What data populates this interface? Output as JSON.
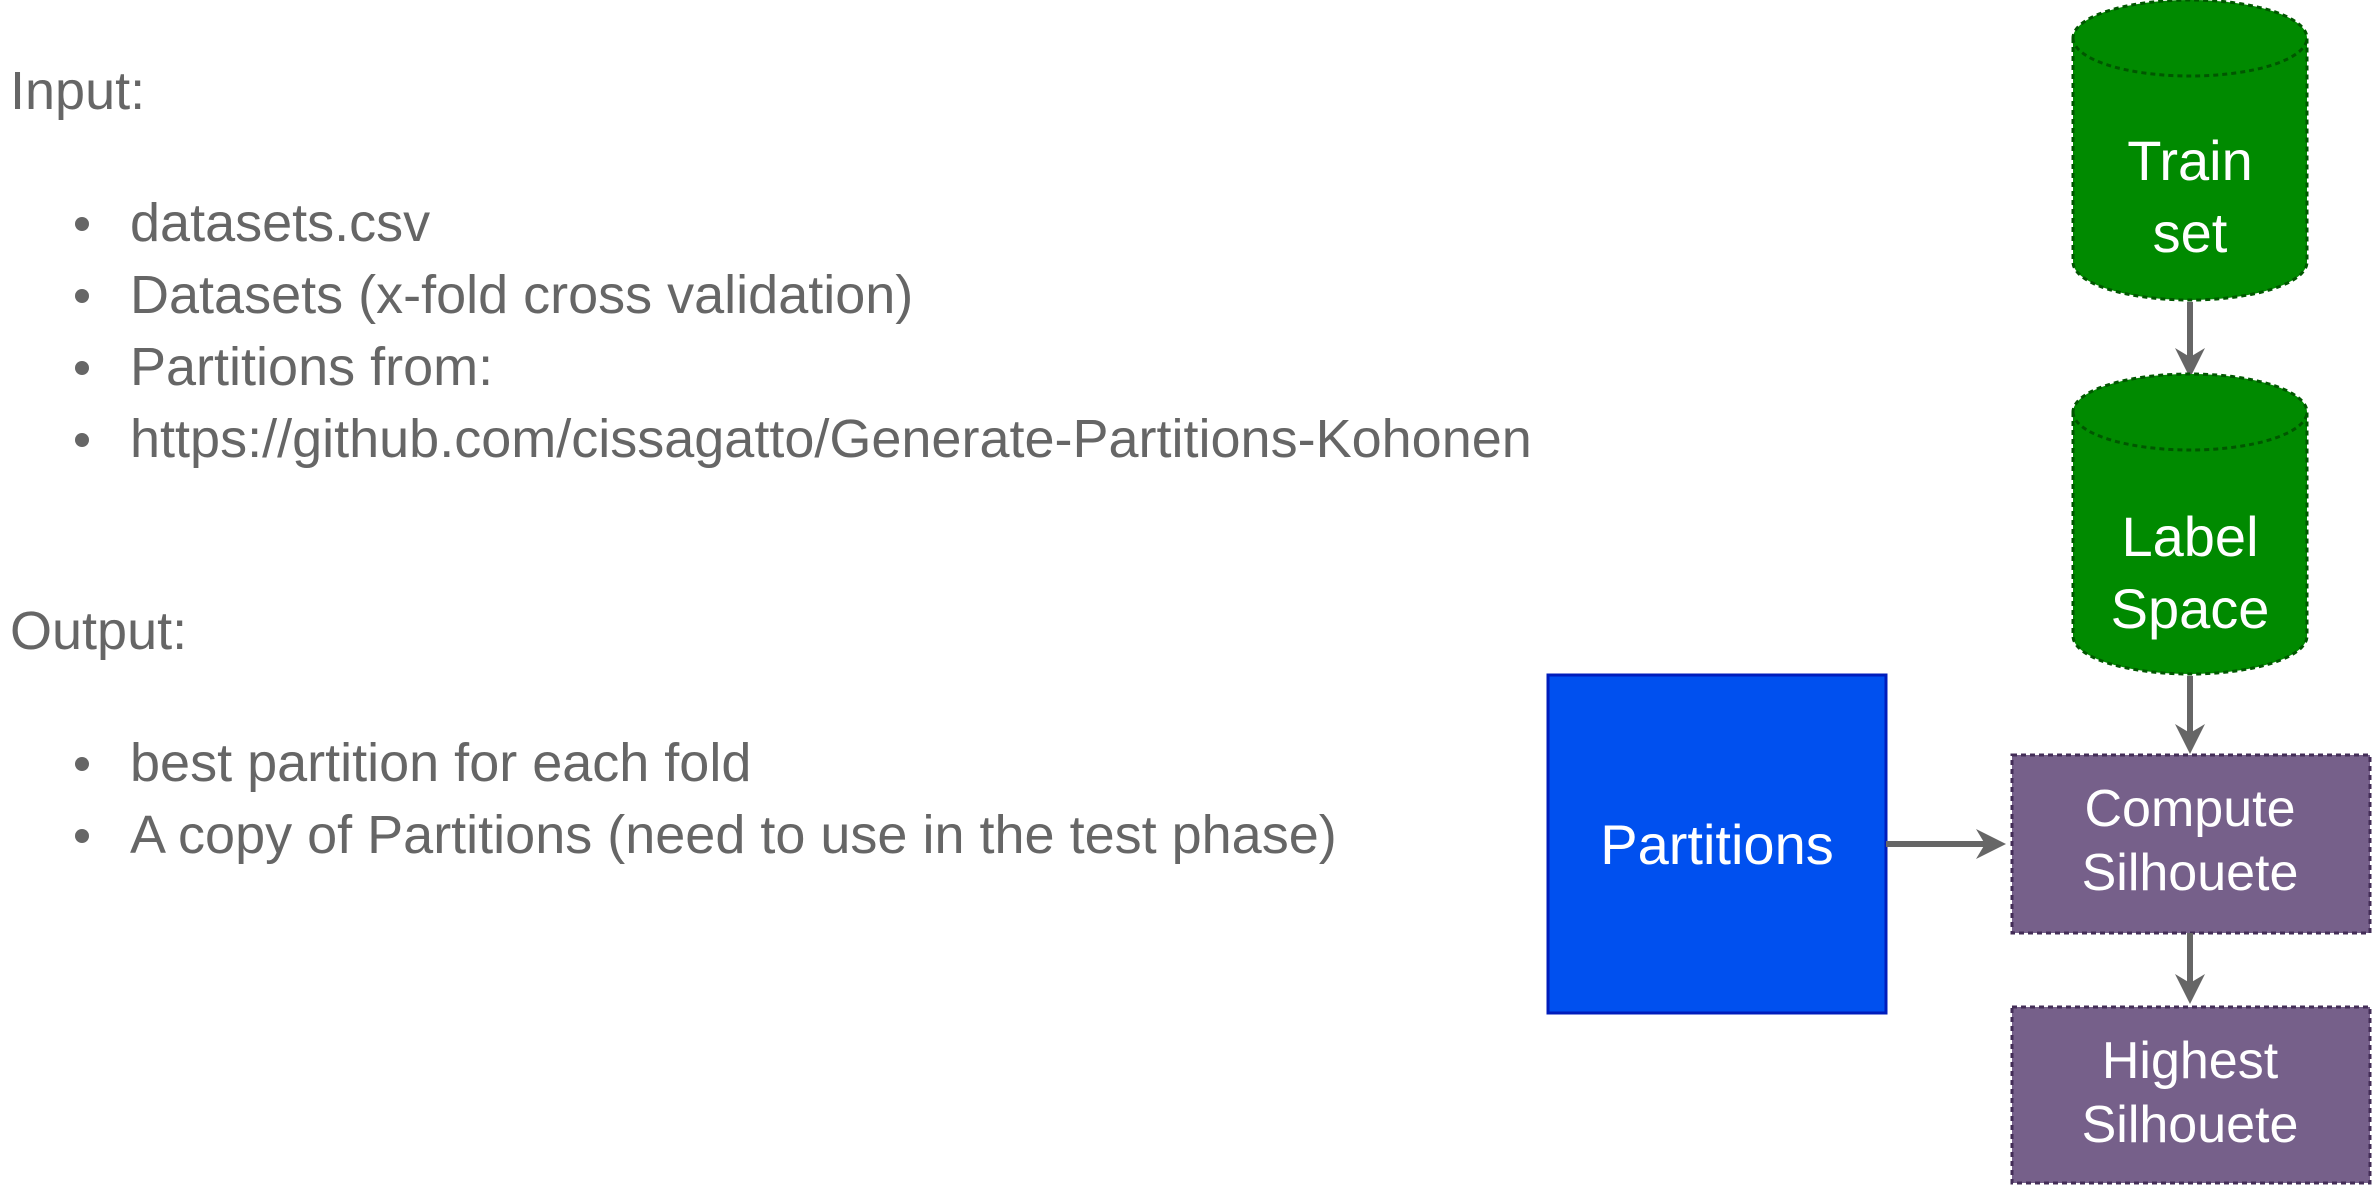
{
  "input": {
    "heading": "Input:",
    "items": [
      "datasets.csv",
      "Datasets (x-fold cross validation)",
      "Partitions from:",
      "https://github.com/cissagatto/Generate-Partitions-Kohonen"
    ]
  },
  "output": {
    "heading": "Output:",
    "items": [
      "best partition for each fold",
      "A copy of Partitions (need to use in the test phase)"
    ]
  },
  "diagram": {
    "train_set": {
      "line1": "Train",
      "line2": "set"
    },
    "label_space": {
      "line1": "Label",
      "line2": "Space"
    },
    "partitions": {
      "label": "Partitions"
    },
    "compute_silhouete": {
      "line1": "Compute",
      "line2": "Silhouete"
    },
    "highest_silhouete": {
      "line1": "Highest",
      "line2": "Silhouete"
    }
  },
  "colors": {
    "text": "#666666",
    "cylinder_fill": "#008a00",
    "cylinder_stroke": "#005700",
    "partitions_fill": "#0050ef",
    "partitions_stroke": "#001dbc",
    "process_fill": "#76608a",
    "process_stroke": "#432d57",
    "arrow": "#666666"
  }
}
